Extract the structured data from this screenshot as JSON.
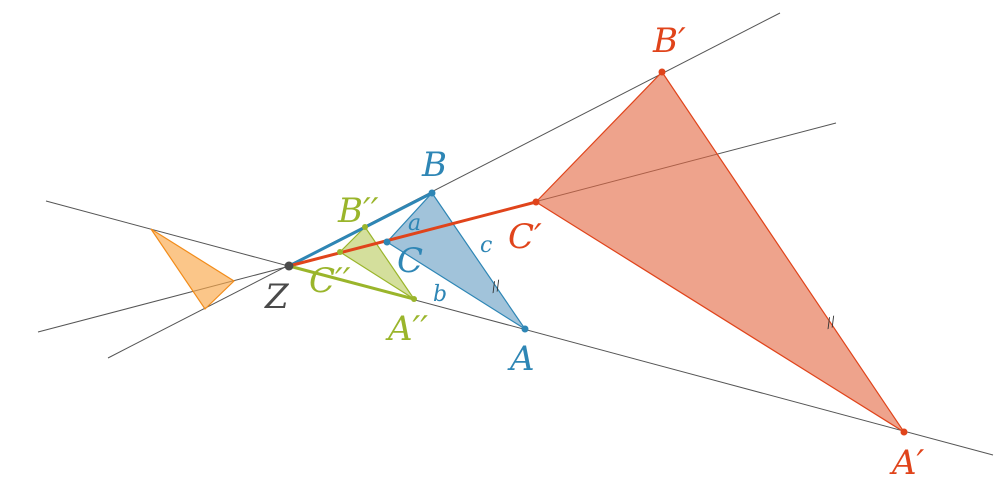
{
  "labels": {
    "Z": "Z",
    "A": "A",
    "B": "B",
    "C": "C",
    "A1": "A′",
    "B1": "B′",
    "C1": "C′",
    "A2": "A′′",
    "B2": "B′′",
    "C2": "C′′",
    "a": "a",
    "b": "b",
    "c": "c",
    "tick": "//"
  },
  "colors": {
    "original": "#2e86b5",
    "image1": "#e0441b",
    "image2": "#9ab52b",
    "orange": "#f28c1a",
    "center": "#4a4a4a",
    "line": "#555555"
  }
}
